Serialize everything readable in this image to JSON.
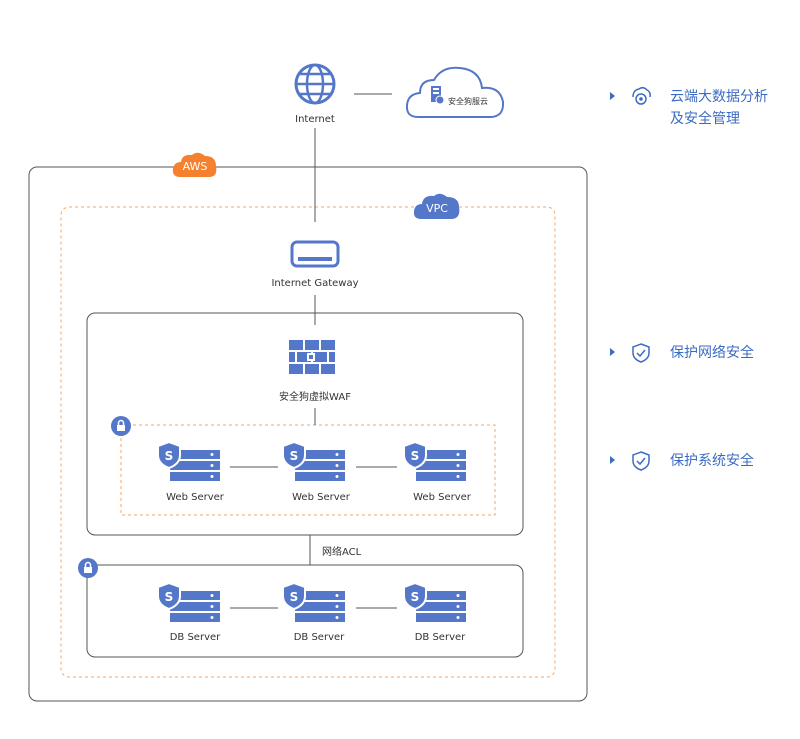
{
  "internet": {
    "label": "Internet"
  },
  "cloud": {
    "label": "安全狗服云"
  },
  "aws": {
    "label": "AWS"
  },
  "vpc": {
    "label": "VPC"
  },
  "gateway": {
    "label": "Internet Gateway"
  },
  "waf": {
    "label": "安全狗虚拟WAF"
  },
  "acl": {
    "label": "网络ACL"
  },
  "web_servers": [
    {
      "label": "Web Server"
    },
    {
      "label": "Web Server"
    },
    {
      "label": "Web Server"
    }
  ],
  "db_servers": [
    {
      "label": "DB Server"
    },
    {
      "label": "DB Server"
    },
    {
      "label": "DB Server"
    }
  ],
  "side_items": [
    {
      "line1": "云端大数据分析",
      "line2": "及安全管理",
      "icon": "gear-shield-icon"
    },
    {
      "line1": "保护网络安全",
      "icon": "shield-check-icon"
    },
    {
      "line1": "保护系统安全",
      "icon": "shield-check-icon"
    }
  ],
  "colors": {
    "blue": "#5477c9",
    "orange": "#f5812f",
    "dark": "#333333"
  }
}
